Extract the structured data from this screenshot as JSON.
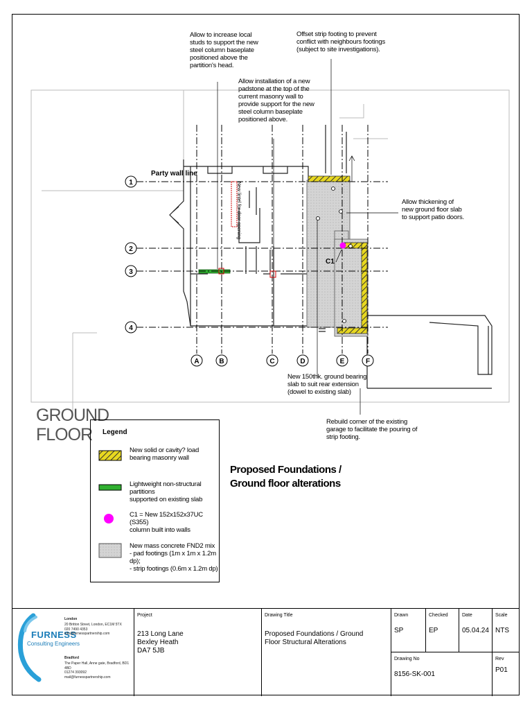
{
  "notes": {
    "studs": "Allow to increase local\nstuds to support the new\nsteel column baseplate\npositioned above the\npartition's head.",
    "offset_strip": "Offset strip footing to prevent\nconflict with neighbours footings\n(subject to site investigations).",
    "padstone": "Allow installation of a new\npadstone at the top of the\ncurrent masonry wall to\nprovide support for the new\nsteel column baseplate\npositioned above.",
    "party_wall": "Party wall line",
    "thickening": "Allow thickening of\nnew ground floor slab\nto support patio doors.",
    "column_tag": "C1",
    "ground_slab": "New 150thk. ground bearing\nslab to suit rear extension\n(dowel to existing slab)",
    "garage": "Rebuild corner of the existing\ngarage to facilitate the pouring of\nstrip footing.",
    "door_opening": "New lintel for\ndoor opening"
  },
  "gridlines": {
    "rows": [
      "1",
      "2",
      "3",
      "4"
    ],
    "cols": [
      "A",
      "B",
      "C",
      "D",
      "E",
      "F"
    ]
  },
  "floor_label": "GROUND\nFLOOR",
  "drawing_heading": "Proposed Foundations /\nGround floor alterations",
  "legend": {
    "title": "Legend",
    "items": [
      {
        "key": "masonry",
        "text": "New solid or cavity? load\nbearing masonry wall",
        "color": "#e0d020"
      },
      {
        "key": "partition",
        "text": "Lightweight non-structural partitions\nsupported on existing slab",
        "color": "#30b030"
      },
      {
        "key": "column",
        "text": "C1 = New 152x152x37UC (S355)\ncolumn built into walls",
        "color": "#ff00ff"
      },
      {
        "key": "concrete",
        "text": "New mass concrete FND2 mix\n- pad footings (1m x 1m x 1.2m dp);\n- strip footings (0.6m x 1.2m dp)",
        "color": "#d8d8d8"
      }
    ]
  },
  "title_block": {
    "company_name": "FURNESS",
    "company_sub": "Consulting Engineers",
    "london_head": "London",
    "london_lines": "20 Britton Street, London, EC1M 5TX\n020 7490 4353\ninfo@furnesspartnership.com",
    "bradford_head": "Bradford",
    "bradford_lines": "The Paper Hall, Anne gate, Bradford, BD1 4BD\n01274 393092\nmail@furnesspartnership.com",
    "project_label": "Project",
    "project_value": "213 Long Lane\nBexley Heath\nDA7 5JB",
    "drawing_title_label": "Drawing Title",
    "drawing_title_value": "Proposed Foundations / Ground\nFloor Structural Alterations",
    "drawn_label": "Drawn",
    "drawn_value": "SP",
    "checked_label": "Checked",
    "checked_value": "EP",
    "date_label": "Date",
    "date_value": "05.04.24",
    "scale_label": "Scale",
    "scale_value": "NTS",
    "drawing_no_label": "Drawing No",
    "drawing_no_value": "8156-SK-001",
    "rev_label": "Rev",
    "rev_value": "P01"
  }
}
